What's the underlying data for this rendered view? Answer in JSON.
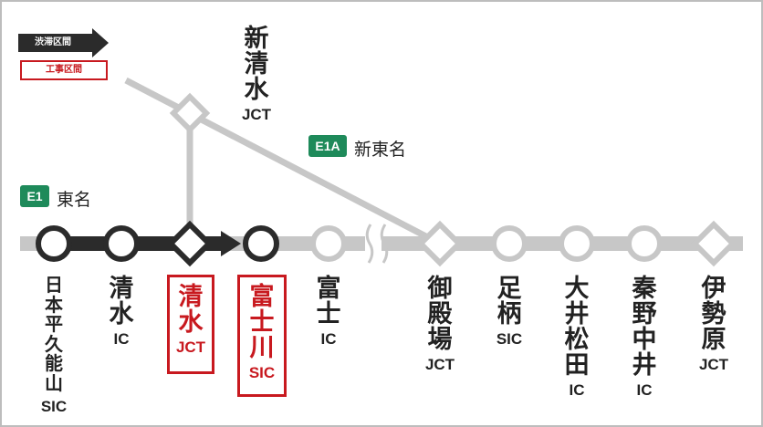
{
  "legend": {
    "congestion": "渋滞区間",
    "construction": "工事区間"
  },
  "routes": [
    {
      "badge": "E1",
      "name": "東名"
    },
    {
      "badge": "E1A",
      "name": "新東名"
    }
  ],
  "junction_top": {
    "name_chars": [
      "新",
      "清",
      "水"
    ],
    "type": "JCT"
  },
  "stations": [
    {
      "chars": [
        "日",
        "本",
        "平",
        "久",
        "能",
        "山"
      ],
      "type": "SIC",
      "node": "circle-dark"
    },
    {
      "chars": [
        "清",
        "水"
      ],
      "type": "IC",
      "node": "circle-dark"
    },
    {
      "chars": [
        "清",
        "水"
      ],
      "type": "JCT",
      "node": "diamond-dark",
      "construction": true
    },
    {
      "chars": [
        "富",
        "士",
        "川"
      ],
      "type": "SIC",
      "node": "circle-dark",
      "construction": true
    },
    {
      "chars": [
        "富",
        "士"
      ],
      "type": "IC",
      "node": "circle-gray"
    },
    {
      "chars": [
        "御",
        "殿",
        "場"
      ],
      "type": "JCT",
      "node": "diamond-gray"
    },
    {
      "chars": [
        "足",
        "柄"
      ],
      "type": "SIC",
      "node": "circle-gray"
    },
    {
      "chars": [
        "大",
        "井",
        "松",
        "田"
      ],
      "type": "IC",
      "node": "circle-gray"
    },
    {
      "chars": [
        "秦",
        "野",
        "中",
        "井"
      ],
      "type": "IC",
      "node": "circle-gray"
    },
    {
      "chars": [
        "伊",
        "勢",
        "原"
      ],
      "type": "JCT",
      "node": "diamond-gray"
    }
  ],
  "colors": {
    "dark": "#2b2b2b",
    "gray": "#c7c7c7",
    "red": "#c8191f",
    "green": "#1e8a5a"
  }
}
